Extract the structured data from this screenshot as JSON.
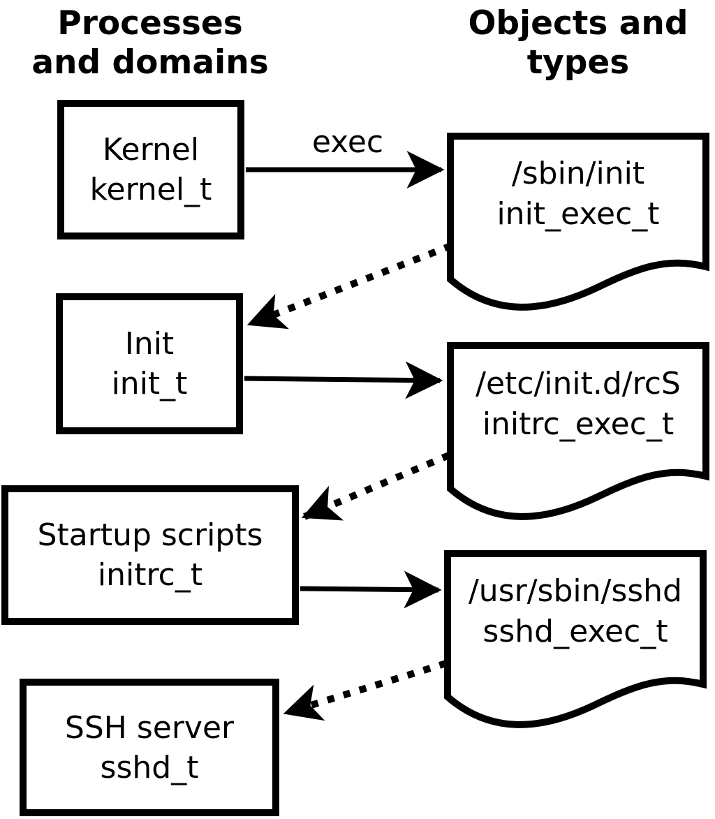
{
  "headers": {
    "left": {
      "line1": "Processes",
      "line2": "and domains"
    },
    "right": {
      "line1": "Objects and",
      "line2": "types"
    }
  },
  "processes": [
    {
      "name": "Kernel",
      "domain": "kernel_t"
    },
    {
      "name": "Init",
      "domain": "init_t"
    },
    {
      "name": "Startup scripts",
      "domain": "initrc_t"
    },
    {
      "name": "SSH server",
      "domain": "sshd_t"
    }
  ],
  "objects": [
    {
      "path": "/sbin/init",
      "type": "init_exec_t"
    },
    {
      "path": "/etc/init.d/rcS",
      "type": "initrc_exec_t"
    },
    {
      "path": "/usr/sbin/sshd",
      "type": "sshd_exec_t"
    }
  ],
  "arrows": {
    "exec_label": "exec"
  },
  "colors": {
    "ink": "#000000",
    "background": "#ffffff"
  }
}
